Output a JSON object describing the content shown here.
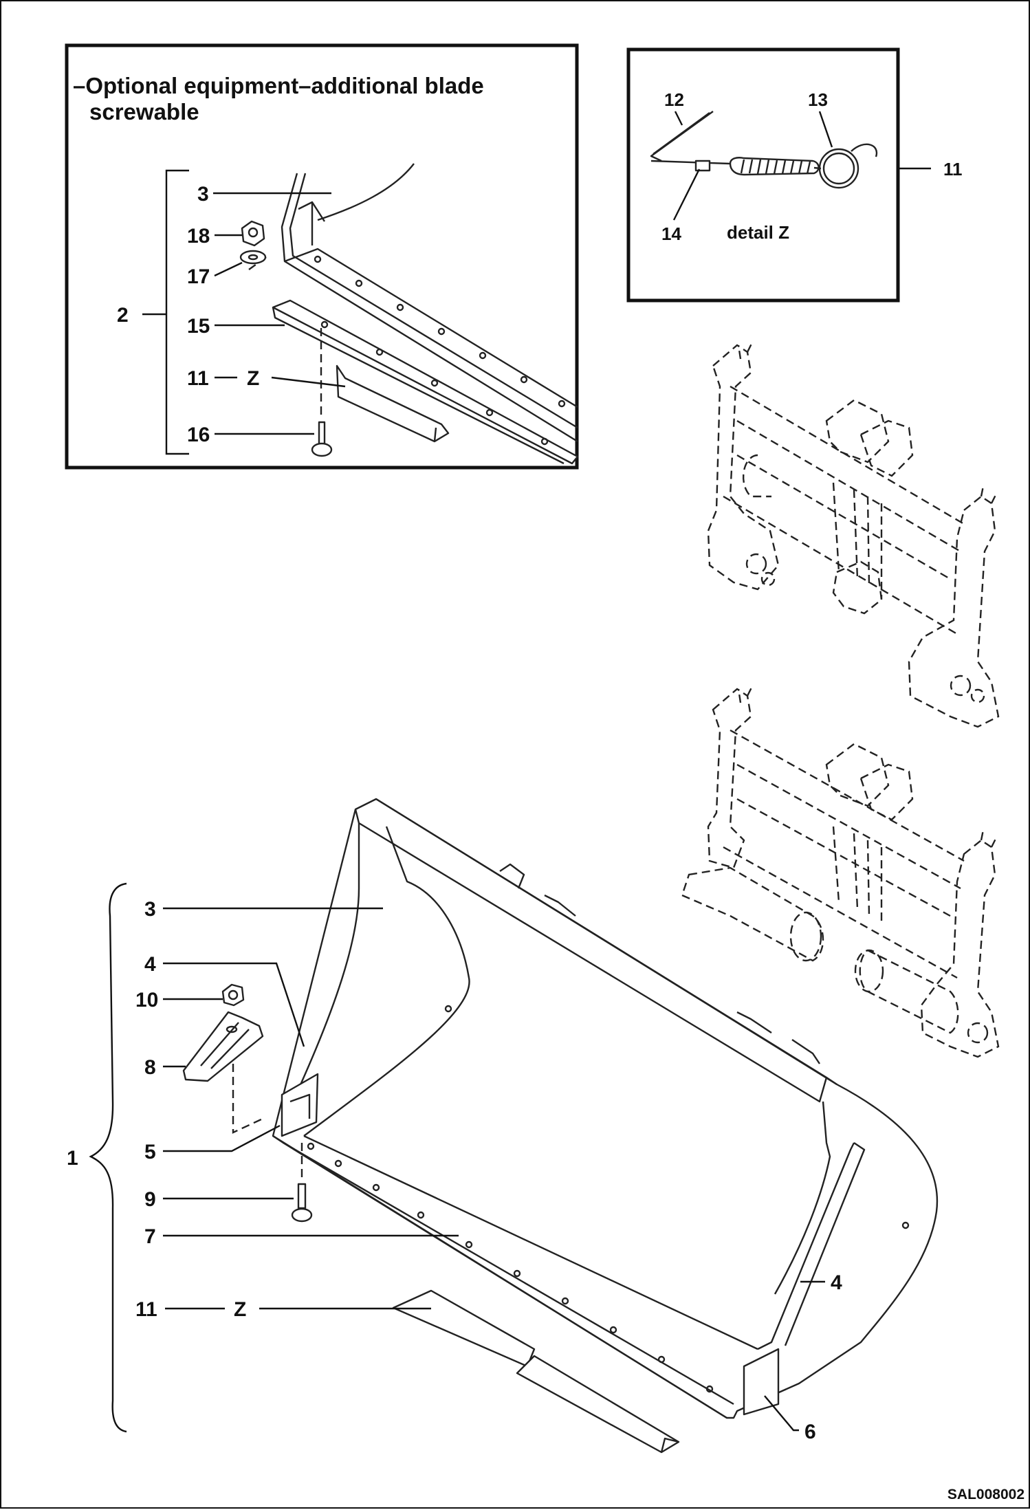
{
  "inset": {
    "title_line1": "–Optional equipment–additional blade",
    "title_line2": "screwable",
    "callouts": {
      "group": "2",
      "bucket": "3",
      "nut": "18",
      "washer": "17",
      "blade": "15",
      "wear_strip_number": "11",
      "wear_strip_letter": "Z",
      "bolt": "16"
    }
  },
  "detail": {
    "caption": "detail Z",
    "callouts": {
      "spring_clip": "12",
      "ring": "13",
      "clamp": "14",
      "assembly": "11"
    }
  },
  "main": {
    "callouts": {
      "group": "1",
      "bucket": "3",
      "side_cutter_upper": "4",
      "nut": "10",
      "tooth": "8",
      "adapter": "5",
      "bolt": "9",
      "cutting_edge": "7",
      "wear_strip_number": "11",
      "wear_strip_letter": "Z",
      "side_cutter_right": "4",
      "wear_plate": "6"
    }
  },
  "drawing_ref": "SAL008002",
  "colors": {
    "ink": "#111111",
    "paper": "#ffffff",
    "dashed_part": "#222222"
  }
}
